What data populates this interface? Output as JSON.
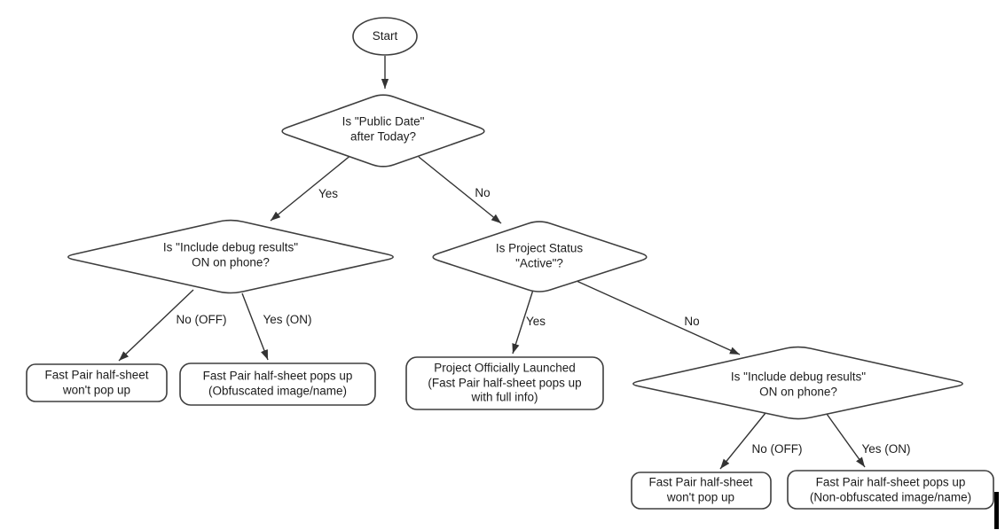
{
  "diagram": {
    "colors": {
      "canvas": "#ffffff",
      "node_fill": "#ffffff",
      "node_stroke": "#3e3e3e",
      "edge_stroke": "#333333",
      "text": "#1c1c1c"
    },
    "nodes": {
      "start": {
        "label": "Start"
      },
      "public_date": {
        "lines": [
          "Is \"Public Date\"",
          "after Today?"
        ]
      },
      "debug_left": {
        "lines": [
          "Is \"Include debug results\"",
          "ON on phone?"
        ]
      },
      "project_status": {
        "lines": [
          "Is Project Status",
          "\"Active\"?"
        ]
      },
      "debug_right": {
        "lines": [
          "Is \"Include debug results\"",
          "ON on phone?"
        ]
      },
      "no_popup_left": {
        "lines": [
          "Fast Pair half-sheet",
          "won't pop up"
        ]
      },
      "obfuscated": {
        "lines": [
          "Fast Pair half-sheet pops up",
          "(Obfuscated image/name)"
        ]
      },
      "launched": {
        "lines": [
          "Project Officially Launched",
          "(Fast Pair half-sheet pops up",
          "with full info)"
        ]
      },
      "no_popup_right": {
        "lines": [
          "Fast Pair half-sheet",
          "won't pop up"
        ]
      },
      "non_obfuscated": {
        "lines": [
          "Fast Pair half-sheet pops up",
          "(Non-obfuscated image/name)"
        ]
      }
    },
    "edge_labels": {
      "public_date_yes": "Yes",
      "public_date_no": "No",
      "debug_left_no": "No (OFF)",
      "debug_left_yes": "Yes (ON)",
      "project_status_yes": "Yes",
      "project_status_no": "No",
      "debug_right_no": "No (OFF)",
      "debug_right_yes": "Yes (ON)"
    }
  }
}
